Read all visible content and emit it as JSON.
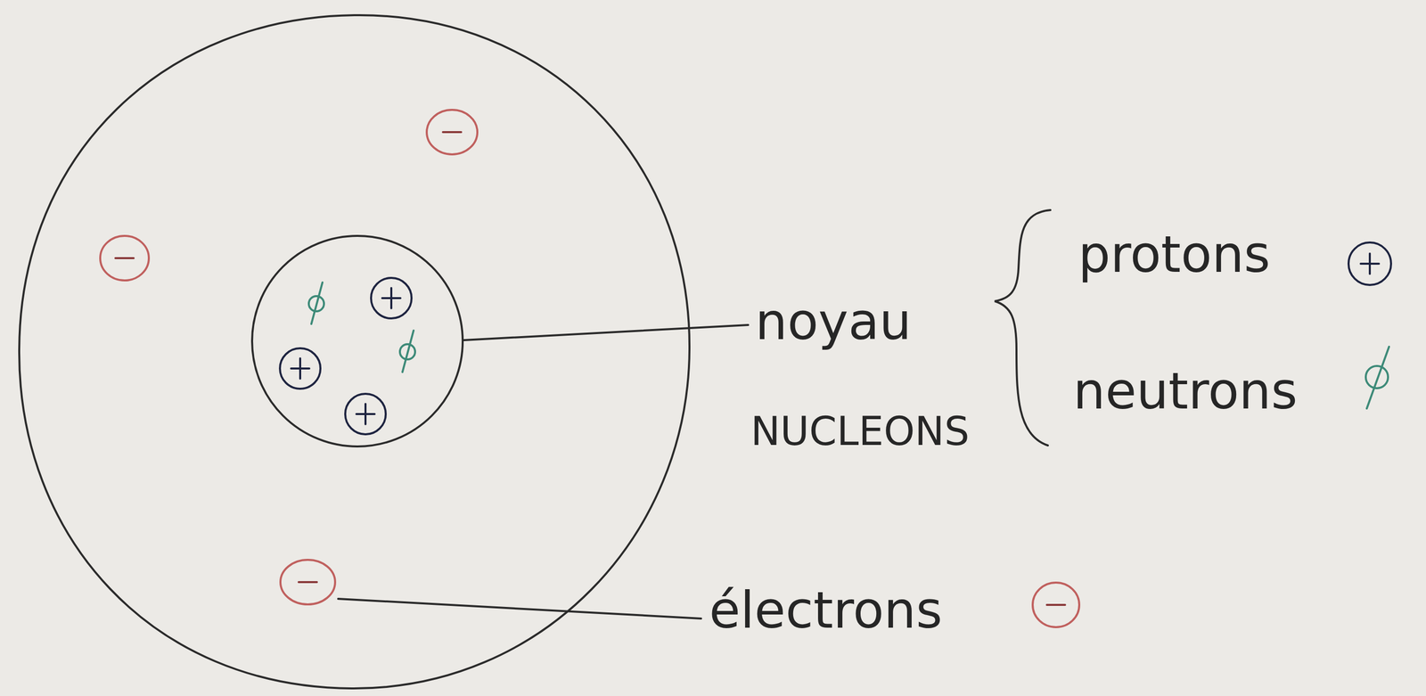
{
  "diagram": {
    "labels": [
      "protons",
      "noyau",
      "NUCLEONS",
      "neutrons",
      "électrons"
    ]
  }
}
